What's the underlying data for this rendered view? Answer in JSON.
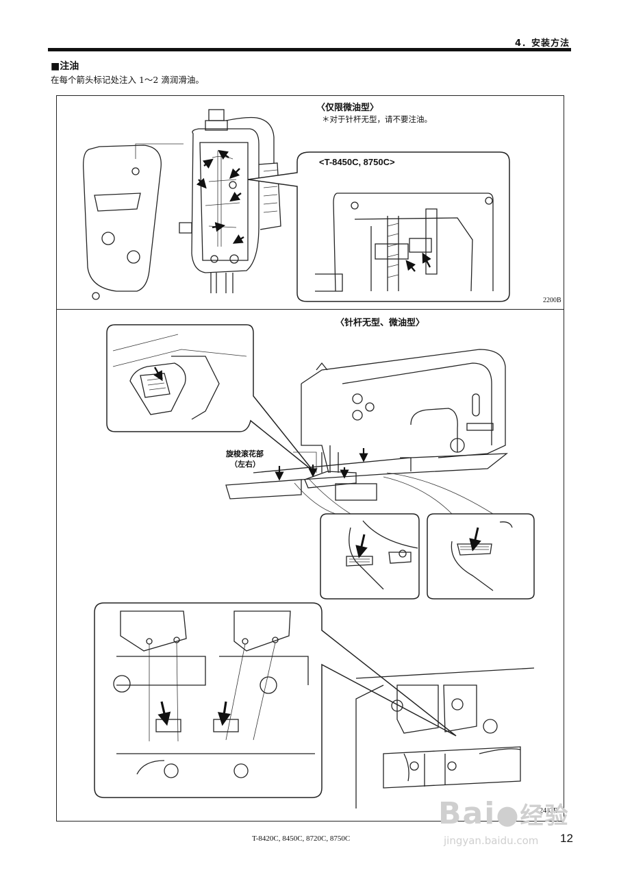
{
  "header": {
    "section_title": "4．安装方法"
  },
  "section": {
    "title": "■注油",
    "intro": "在每个箭头标记处注入 1～2 滴润滑油。"
  },
  "top_panel": {
    "caption": "〈仅限微油型〉",
    "note": "＊对于针杆无型，请不要注油。",
    "inset_caption": "<T-8450C, 8750C>",
    "figure_code": "2200B"
  },
  "bottom_panel": {
    "caption": "〈针杆无型、微油型〉",
    "callout_line1": "旋梭滚花部",
    "callout_line2": "（左右）",
    "figure_code": "2483B"
  },
  "footer": {
    "models": "T-8420C, 8450C, 8720C, 8750C",
    "page_number": "12"
  },
  "watermark": {
    "logo_text": "Bai",
    "logo_cn": "经验",
    "url": "jingyan.baidu.com"
  }
}
